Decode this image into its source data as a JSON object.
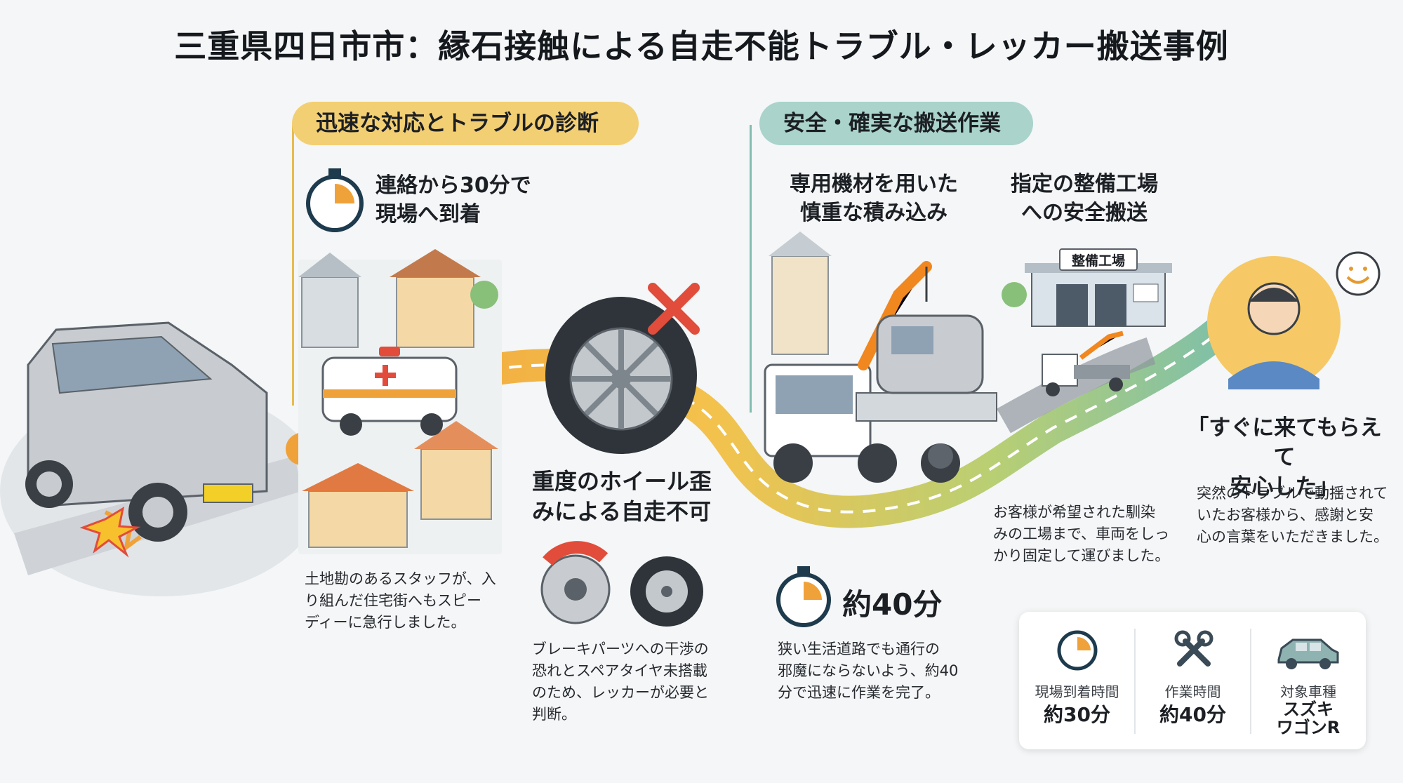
{
  "title": "三重県四日市市：縁石接触による自走不能トラブル・レッカー搬送事例",
  "sections": {
    "left_pill": "迅速な対応とトラブルの診断",
    "right_pill": "安全・確実な搬送作業"
  },
  "arrival": {
    "heading_line1": "連絡から30分で",
    "heading_line2": "現場へ到着",
    "desc_line1": "土地勘のあるスタッフが、入",
    "desc_line2": "り組んだ住宅街へもスピー",
    "desc_line3": "ディーに急行しました。"
  },
  "diagnosis": {
    "heading_line1": "重度のホイール歪",
    "heading_line2": "みによる自走不可",
    "desc_line1": "ブレーキパーツへの干渉の",
    "desc_line2": "恐れとスペアタイヤ未搭載",
    "desc_line3": "のため、レッカーが必要と",
    "desc_line4": "判断。"
  },
  "loading": {
    "heading_line1": "専用機材を用いた",
    "heading_line2": "慎重な積み込み",
    "time": "約40分",
    "desc_line1": "狭い生活道路でも通行の",
    "desc_line2": "邪魔にならないよう、約40",
    "desc_line3": "分で迅速に作業を完了。"
  },
  "transport": {
    "heading_line1": "指定の整備工場",
    "heading_line2": "への安全搬送",
    "garage_sign": "整備工場",
    "desc_line1": "お客様が希望された馴染",
    "desc_line2": "みの工場まで、車両をしっ",
    "desc_line3": "かり固定して運びました。"
  },
  "testimonial": {
    "quote_line1": "「すぐに来てもらえて",
    "quote_line2": "安心した」",
    "desc_line1": "突然のトラブルで動揺されて",
    "desc_line2": "いたお客様から、感謝と安",
    "desc_line3": "心の言葉をいただきました。"
  },
  "summary": [
    {
      "icon": "clock-icon",
      "label": "現場到着時間",
      "value": "約30分"
    },
    {
      "icon": "wrench-icon",
      "label": "作業時間",
      "value": "約40分"
    },
    {
      "icon": "car-icon",
      "label": "対象車種",
      "value_line1": "スズキ",
      "value_line2": "ワゴンR"
    }
  ],
  "colors": {
    "accent_yellow": "#f3cf73",
    "accent_teal": "#a9d3cb",
    "road_orange": "#f0a23a",
    "road_green": "#7fc0a8",
    "alert_red": "#e24c3a"
  }
}
